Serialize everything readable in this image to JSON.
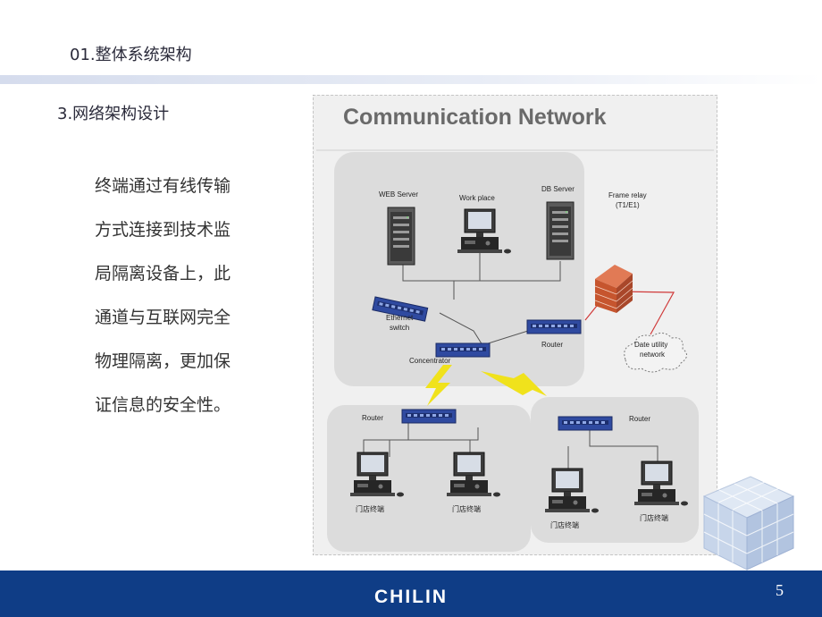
{
  "slide": {
    "section_title": "01.整体系统架构",
    "subtitle": "3.网络架构设计",
    "body_lines": [
      "终端通过有线传输",
      "方式连接到技术监",
      "局隔离设备上，此",
      "通道与互联网完全",
      "物理隔离，更加保",
      "证信息的安全性。"
    ],
    "brand": "CHILIN",
    "page_number": "5"
  },
  "diagram": {
    "title": "Communication Network",
    "nodes": {
      "web_server": "WEB Server",
      "work_place": "Work place",
      "db_server": "DB Server",
      "frame_relay_line1": "Frame relay",
      "frame_relay_line2": "(T1/E1)",
      "ethernet_switch_line1": "Ethernet",
      "ethernet_switch_line2": "switch",
      "router_main": "Router",
      "concentrator": "Concentrator",
      "cloud_line1": "Date utility",
      "cloud_line2": "network",
      "router_left": "Router",
      "router_right": "Router",
      "terminal_1": "门店终端",
      "terminal_2": "门店终端",
      "terminal_3": "门店终端",
      "terminal_4": "门店终端"
    },
    "colors": {
      "frame_bg": "#f0f0f0",
      "group_bg": "#dddddd",
      "device_dark": "#2a2a2a",
      "network_blue": "#2a3f8f",
      "firewall": "#c6552e",
      "lightning": "#f0e21c",
      "link_red": "#d03a3a",
      "footer": "#0f3d86"
    }
  }
}
